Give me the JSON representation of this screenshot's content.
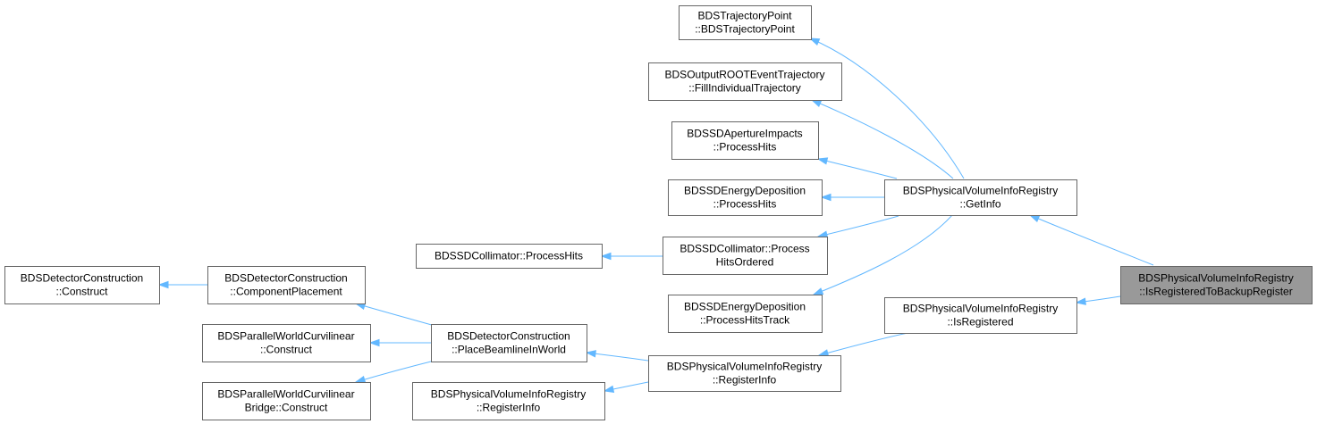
{
  "diagram": {
    "edge_color": "#63b8ff",
    "focus_fill": "#999999",
    "nodes": [
      {
        "id": "isregbackup",
        "lines": [
          "BDSPhysicalVolumeInfoRegistry",
          "::IsRegisteredToBackupRegister"
        ],
        "focus": true
      },
      {
        "id": "getinfo",
        "lines": [
          "BDSPhysicalVolumeInfoRegistry",
          "::GetInfo"
        ]
      },
      {
        "id": "isregistered",
        "lines": [
          "BDSPhysicalVolumeInfoRegistry",
          "::IsRegistered"
        ]
      },
      {
        "id": "trajpoint",
        "lines": [
          "BDSTrajectoryPoint",
          "::BDSTrajectoryPoint"
        ]
      },
      {
        "id": "outputroot",
        "lines": [
          "BDSOutputROOTEventTrajectory",
          "::FillIndividualTrajectory"
        ]
      },
      {
        "id": "aperture",
        "lines": [
          "BDSSDApertureImpacts",
          "::ProcessHits"
        ]
      },
      {
        "id": "energydep",
        "lines": [
          "BDSSDEnergyDeposition",
          "::ProcessHits"
        ]
      },
      {
        "id": "collordered",
        "lines": [
          "BDSSDCollimator::Process",
          "HitsOrdered"
        ]
      },
      {
        "id": "energytrack",
        "lines": [
          "BDSSDEnergyDeposition",
          "::ProcessHitsTrack"
        ]
      },
      {
        "id": "collhits",
        "lines": [
          "BDSSDCollimator::ProcessHits"
        ]
      },
      {
        "id": "registerinfo",
        "lines": [
          "BDSPhysicalVolumeInfoRegistry",
          "::RegisterInfo"
        ]
      },
      {
        "id": "placebeamline",
        "lines": [
          "BDSDetectorConstruction",
          "::PlaceBeamlineInWorld"
        ]
      },
      {
        "id": "registerinfo2",
        "lines": [
          "BDSPhysicalVolumeInfoRegistry",
          "::RegisterInfo"
        ]
      },
      {
        "id": "compplacement",
        "lines": [
          "BDSDetectorConstruction",
          "::ComponentPlacement"
        ]
      },
      {
        "id": "pwcurv",
        "lines": [
          "BDSParallelWorldCurvilinear",
          "::Construct"
        ]
      },
      {
        "id": "pwcurvbridge",
        "lines": [
          "BDSParallelWorldCurvilinear",
          "Bridge::Construct"
        ]
      },
      {
        "id": "detconstruct",
        "lines": [
          "BDSDetectorConstruction",
          "::Construct"
        ]
      }
    ],
    "edges": [
      {
        "from": "getinfo",
        "to": "isregbackup"
      },
      {
        "from": "isregistered",
        "to": "isregbackup"
      },
      {
        "from": "trajpoint",
        "to": "getinfo"
      },
      {
        "from": "outputroot",
        "to": "getinfo"
      },
      {
        "from": "aperture",
        "to": "getinfo"
      },
      {
        "from": "energydep",
        "to": "getinfo"
      },
      {
        "from": "collordered",
        "to": "getinfo"
      },
      {
        "from": "energytrack",
        "to": "getinfo"
      },
      {
        "from": "collhits",
        "to": "collordered"
      },
      {
        "from": "registerinfo",
        "to": "isregistered"
      },
      {
        "from": "placebeamline",
        "to": "registerinfo"
      },
      {
        "from": "registerinfo2",
        "to": "registerinfo"
      },
      {
        "from": "compplacement",
        "to": "placebeamline"
      },
      {
        "from": "pwcurv",
        "to": "placebeamline"
      },
      {
        "from": "pwcurvbridge",
        "to": "placebeamline"
      },
      {
        "from": "detconstruct",
        "to": "compplacement"
      }
    ]
  }
}
